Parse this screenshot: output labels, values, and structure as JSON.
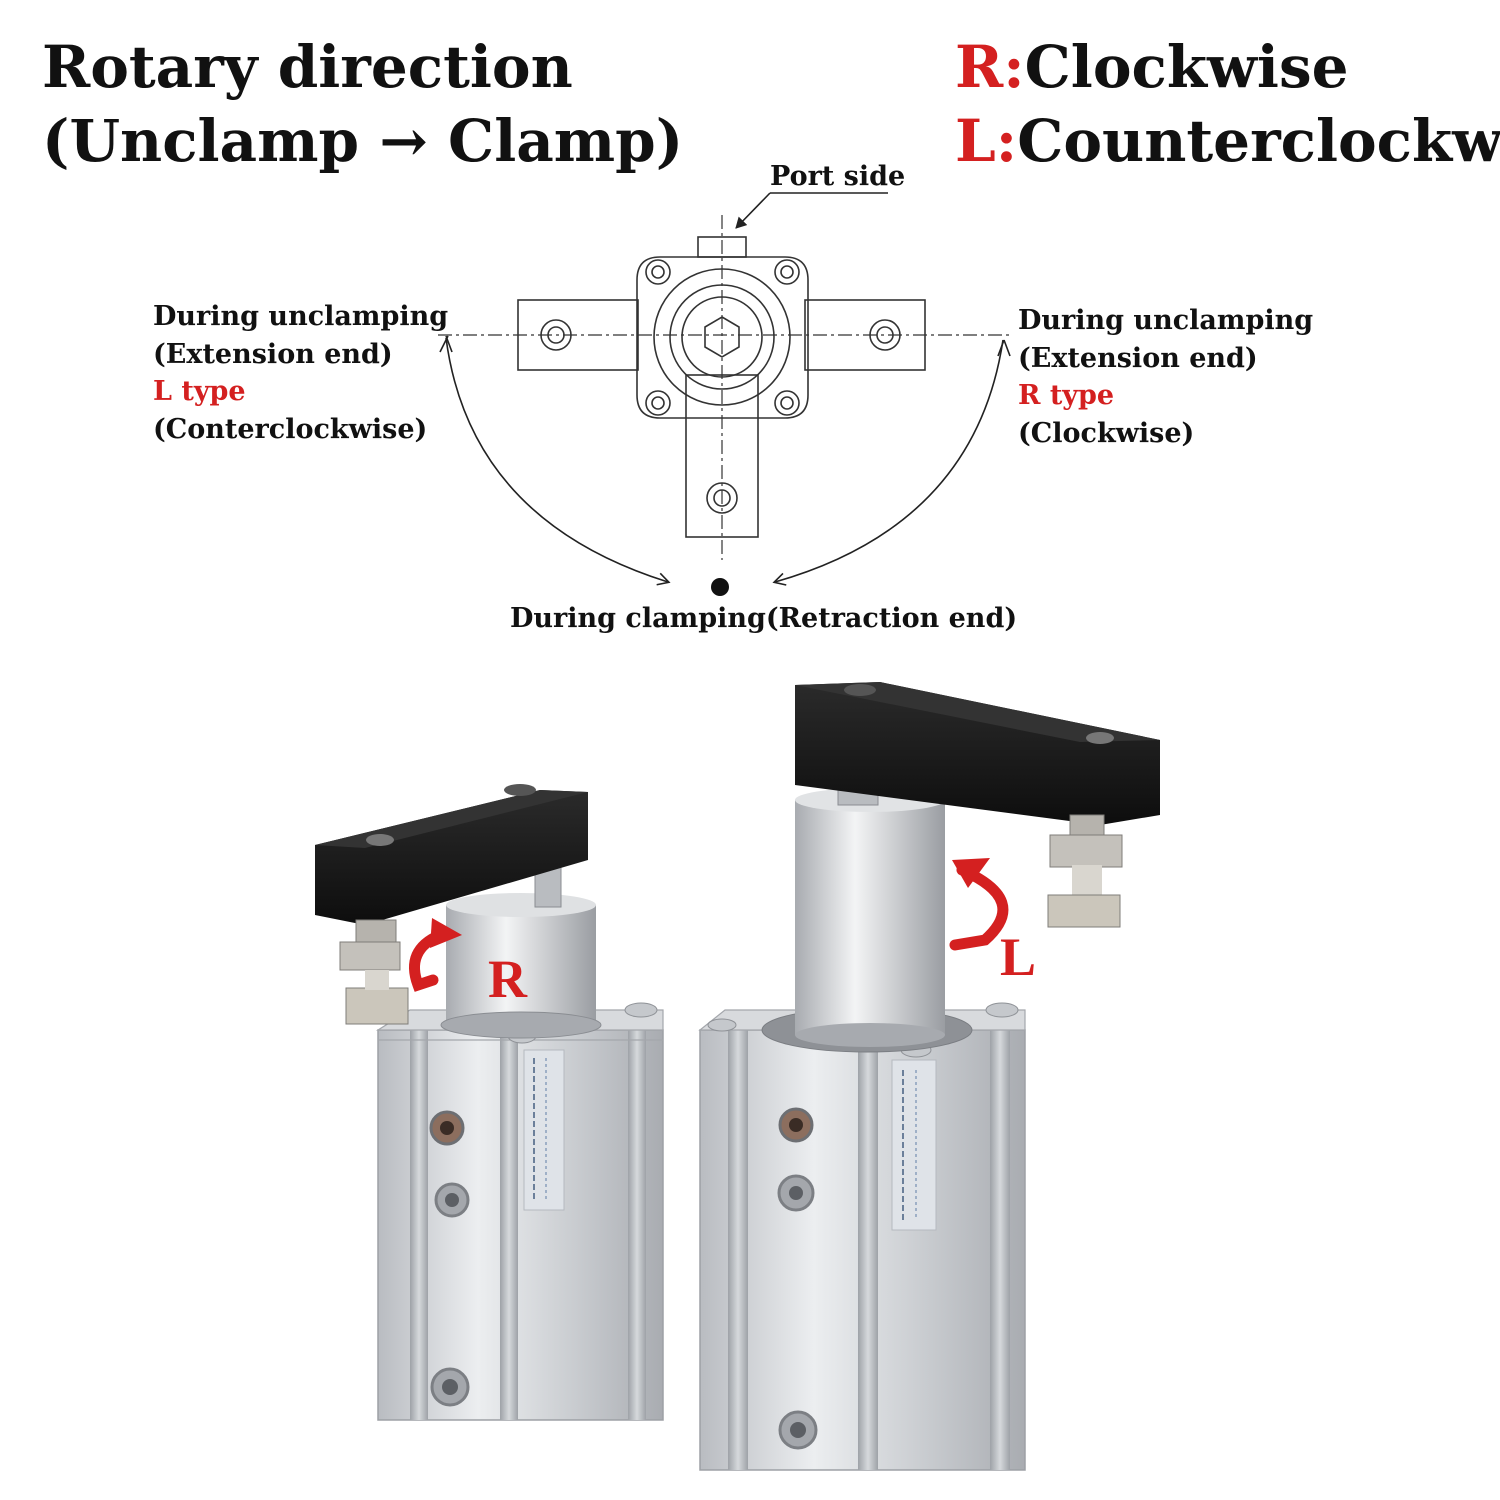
{
  "header": {
    "title_line1": "Rotary direction",
    "title_line2": "(Unclamp → Clamp)",
    "legend": [
      {
        "key": "R:",
        "text": "Clockwise"
      },
      {
        "key": "L:",
        "text": "Counterclockwise"
      }
    ]
  },
  "diagram": {
    "port_side": "Port side",
    "left": {
      "line1": "During unclamping",
      "line2": "(Extension end)",
      "type": "L type",
      "direction": "(Conterclockwise)"
    },
    "right": {
      "line1": "During unclamping",
      "line2": "(Extension end)",
      "type": "R type",
      "direction": "(Clockwise)"
    },
    "bottom": "During clamping(Retraction end)"
  },
  "photo": {
    "left_marker": "R",
    "right_marker": "L"
  },
  "colors": {
    "accent_red": "#d42020",
    "aluminium": "#c9ccd0",
    "arm_black": "#151515"
  }
}
